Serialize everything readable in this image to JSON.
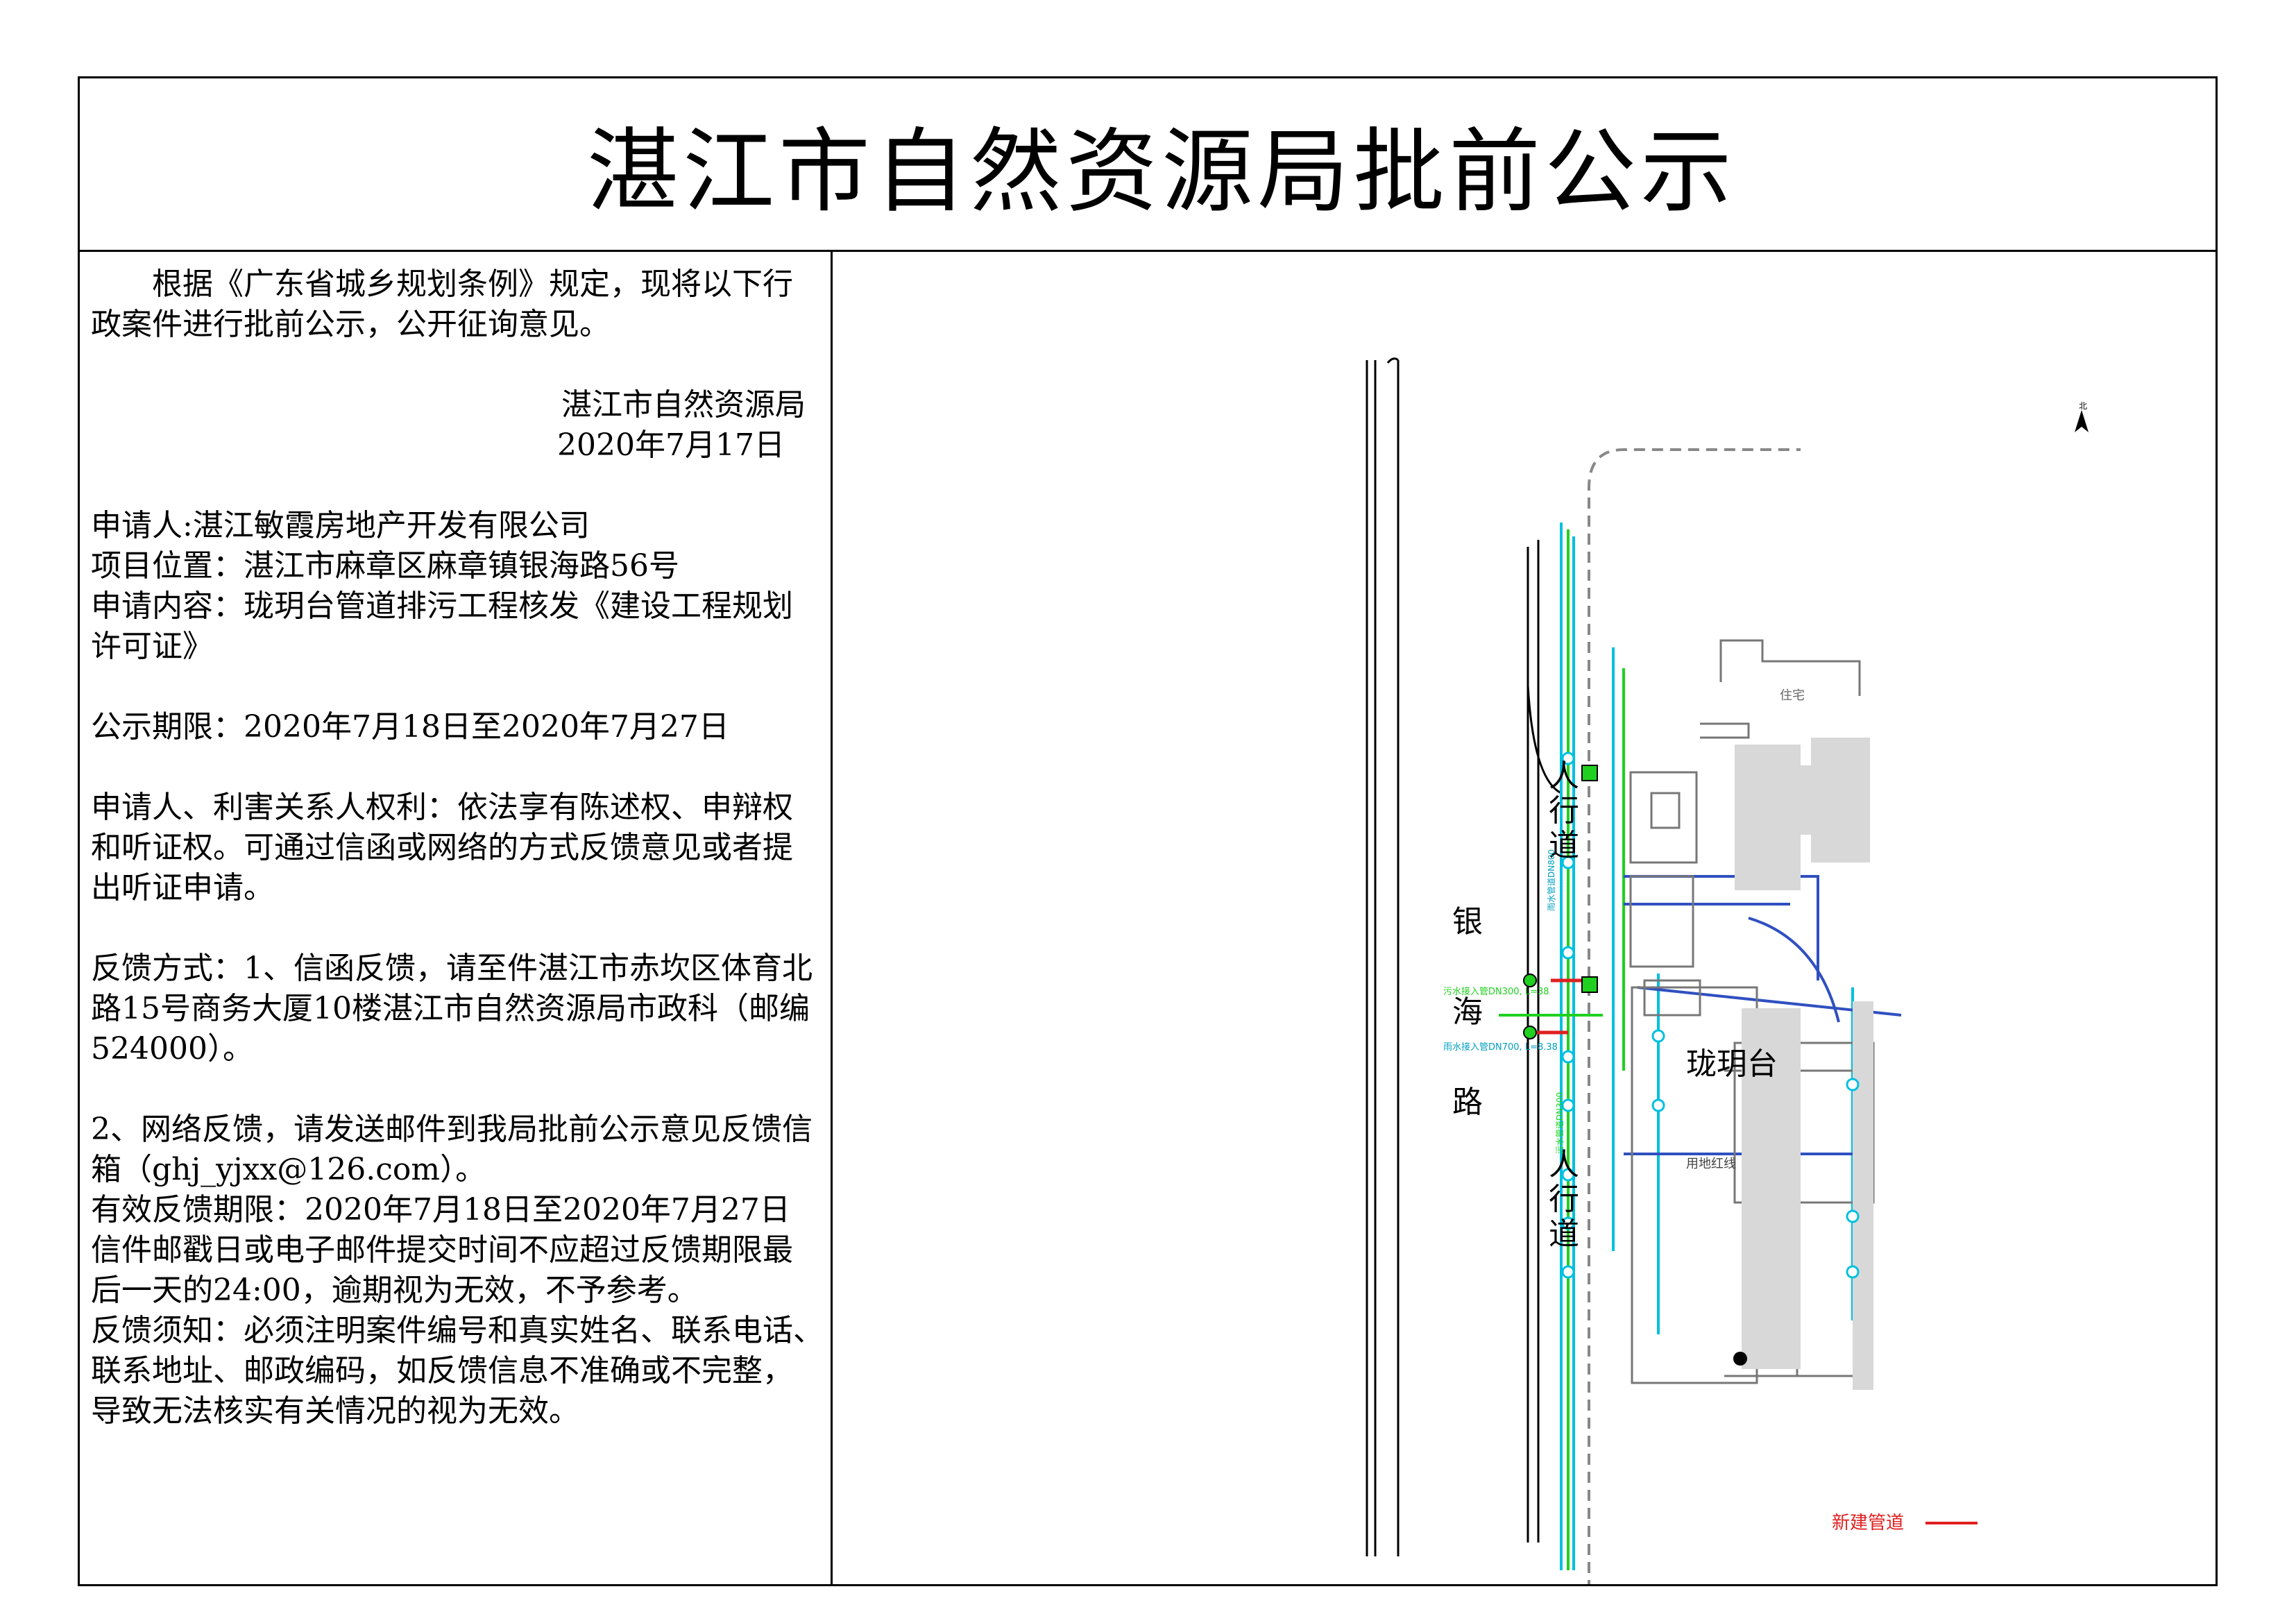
{
  "title": "湛江市自然资源局批前公示",
  "notice": {
    "intro_1": "根据《广东省城乡规划条例》规定，现将以下行",
    "intro_2": "政案件进行批前公示，公开征询意见。",
    "issuer": "湛江市自然资源局",
    "date": "2020年7月17日",
    "applicant": "申请人:湛江敏霞房地产开发有限公司",
    "location": "项目位置：湛江市麻章区麻章镇银海路56号",
    "content_1": "申请内容：珑玥台管道排污工程核发《建设工程规划",
    "content_2": "许可证》",
    "period": "公示期限：2020年7月18日至2020年7月27日",
    "rights_1": "申请人、利害关系人权利：依法享有陈述权、申辩权",
    "rights_2": "和听证权。可通过信函或网络的方式反馈意见或者提",
    "rights_3": "出听证申请。",
    "feedback_1": "反馈方式：1、信函反馈，请至件湛江市赤坎区体育北",
    "feedback_2": "路15号商务大厦10楼湛江市自然资源局市政科（邮编",
    "feedback_3": "524000）。",
    "online_1": "2、网络反馈，请发送邮件到我局批前公示意见反馈信",
    "online_2": "箱（ghj_yjxx@126.com）。",
    "valid_period": "有效反馈期限：2020年7月18日至2020年7月27日",
    "deadline_1": "信件邮戳日或电子邮件提交时间不应超过反馈期限最",
    "deadline_2": "后一天的24:00，逾期视为无效，不予参考。",
    "notes_1": "反馈须知：必须注明案件编号和真实姓名、联系电话、",
    "notes_2": "联系地址、邮政编码，如反馈信息不准确或不完整，",
    "notes_3": "导致无法核实有关情况的视为无效。"
  },
  "map": {
    "road_name": [
      "银",
      "海",
      "路"
    ],
    "sidewalk_upper": [
      "人",
      "行",
      "道"
    ],
    "sidewalk_lower": [
      "人",
      "行",
      "道"
    ],
    "project_name": "珑玥台",
    "residence_label": "住宅",
    "boundary_label": "用地红线",
    "north_label": "北",
    "pipe_label_1": "污水接入管DN300, L=38",
    "pipe_label_2": "雨水接入管DN700, L=8.38",
    "pipe_label_vertical_1": "雨水管道DN800",
    "pipe_label_vertical_2": "污水管道DN300",
    "legend_label": "新建管道",
    "colors": {
      "new_pipe": "#e02020",
      "rain_pipe": "#00c0e0",
      "sewage_pipe": "#20d020",
      "boundary": "#3050c0",
      "dashed_road": "#888888"
    }
  }
}
